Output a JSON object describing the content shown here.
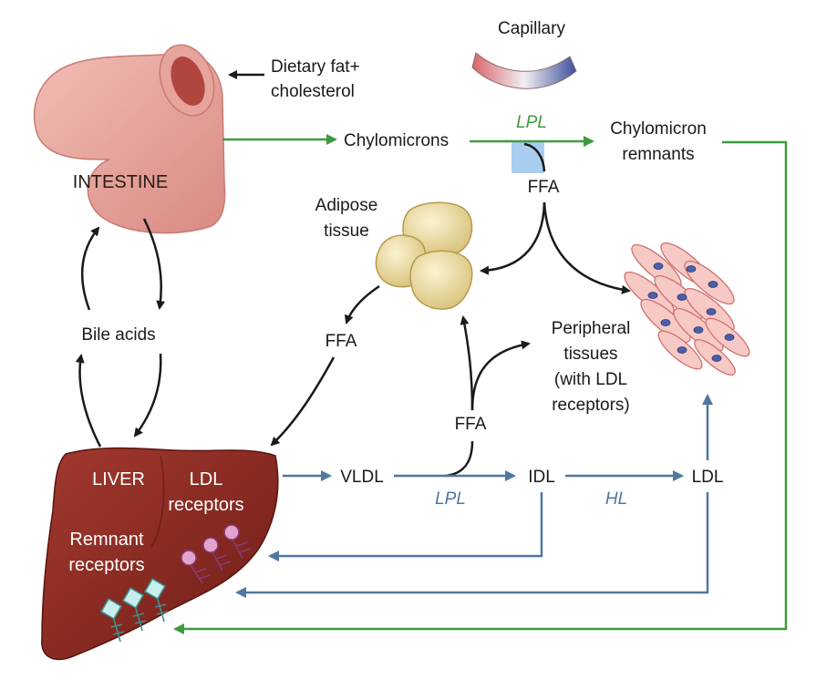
{
  "colors": {
    "green": "#3f9a3f",
    "blue": "#50779f",
    "black": "#1a1a1a",
    "liver": "#8a2a22",
    "intestine": "#e8a29a",
    "adipose": "#e8d79a",
    "lpl_box": "#a9cdf0"
  },
  "labels": {
    "capillary": "Capillary",
    "dietary_line1": "Dietary fat+",
    "dietary_line2": "cholesterol",
    "intestine": "INTESTINE",
    "chylomicrons": "Chylomicrons",
    "lpl_top": "LPL",
    "chylo_rem_line1": "Chylomicron",
    "chylo_rem_line2": "remnants",
    "ffa_top": "FFA",
    "adipose_line1": "Adipose",
    "adipose_line2": "tissue",
    "bile_acids": "Bile acids",
    "ffa_left": "FFA",
    "peripheral_line1": "Peripheral",
    "peripheral_line2": "tissues",
    "peripheral_line3": "(with LDL",
    "peripheral_line4": "receptors)",
    "ffa_mid": "FFA",
    "liver": "LIVER",
    "ldl_receptors_line1": "LDL",
    "ldl_receptors_line2": "receptors",
    "remnant_line1": "Remnant",
    "remnant_line2": "receptors",
    "vldl": "VLDL",
    "lpl_bottom": "LPL",
    "idl": "IDL",
    "hl": "HL",
    "ldl": "LDL"
  }
}
